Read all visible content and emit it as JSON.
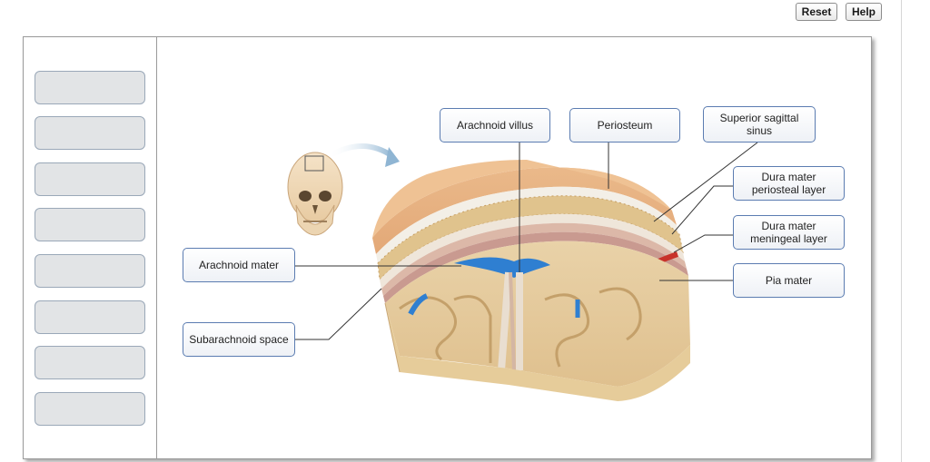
{
  "toolbar": {
    "reset_label": "Reset",
    "help_label": "Help"
  },
  "bank": {
    "slot_count": 8
  },
  "labels": {
    "arachnoid_villus": "Arachnoid villus",
    "periosteum": "Periosteum",
    "superior_sagittal_sinus": "Superior sagittal sinus",
    "dura_periosteal": "Dura mater periosteal layer",
    "dura_meningeal": "Dura mater meningeal layer",
    "pia_mater": "Pia mater",
    "arachnoid_mater": "Arachnoid mater",
    "subarachnoid_space": "Subarachnoid space"
  },
  "colors": {
    "label_border": "#5b7cb1",
    "slot_fill": "#e2e4e6",
    "bone": "#e2b98c",
    "csf_blue": "#2f7fd1",
    "blood_red": "#c8322a"
  }
}
